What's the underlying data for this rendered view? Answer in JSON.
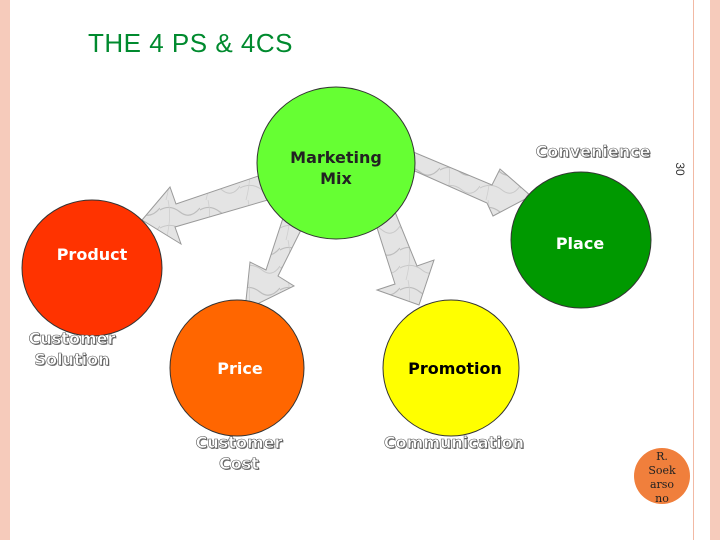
{
  "slide": {
    "title": "THE 4 PS & 4CS",
    "page_number": "30",
    "badge_text": "R.\nSoek\narso\nno"
  },
  "diagram": {
    "center": {
      "label": "Marketing\nMix",
      "color": "#66ff33"
    },
    "nodes": [
      {
        "id": "product",
        "label": "Product",
        "customer_label": "Customer\nSolution",
        "color": "#ff3300"
      },
      {
        "id": "price",
        "label": "Price",
        "customer_label": "Customer\nCost",
        "color": "#ff6600"
      },
      {
        "id": "promotion",
        "label": "Promotion",
        "customer_label": "Communication",
        "color": "#ffff00"
      },
      {
        "id": "place",
        "label": "Place",
        "customer_label": "Convenience",
        "color": "#009900"
      }
    ],
    "arrow_color": "#d9d9d9"
  }
}
